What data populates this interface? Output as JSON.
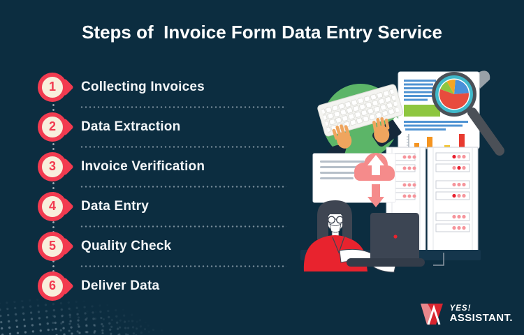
{
  "title": "Steps of  Invoice Form Data Entry Service",
  "steps": [
    {
      "number": "1",
      "label": "Collecting Invoices"
    },
    {
      "number": "2",
      "label": "Data Extraction"
    },
    {
      "number": "3",
      "label": "Invoice Verification"
    },
    {
      "number": "4",
      "label": "Data Entry"
    },
    {
      "number": "5",
      "label": "Quality Check"
    },
    {
      "number": "6",
      "label": "Deliver Data"
    }
  ],
  "logo": {
    "brand_top": "YES!",
    "brand_bottom": "ASSISTANT."
  },
  "illustration": {
    "alt": "Invoice data entry illustration: hands typing on a keyboard, invoice document with charts inspected by a magnifying glass with a pie chart, cloud upload and download arrows, server racks, and a woman working on a laptop"
  },
  "theme": {
    "background": "#0C2D40",
    "accent_red": "#F23B50",
    "badge_fill": "#F8EFDC",
    "title_color": "#FFFFFF",
    "divider_color": "#BECBD4",
    "illustration_green": "#5CB568",
    "illustration_teal": "#3FB9CB",
    "illustration_blue": "#4F93D2",
    "illustration_lime": "#8EC63F",
    "illustration_orange": "#F5941F",
    "illustration_salmon": "#F58B8B",
    "shirt_red": "#E8232E",
    "logo_red": "#D9252F"
  }
}
